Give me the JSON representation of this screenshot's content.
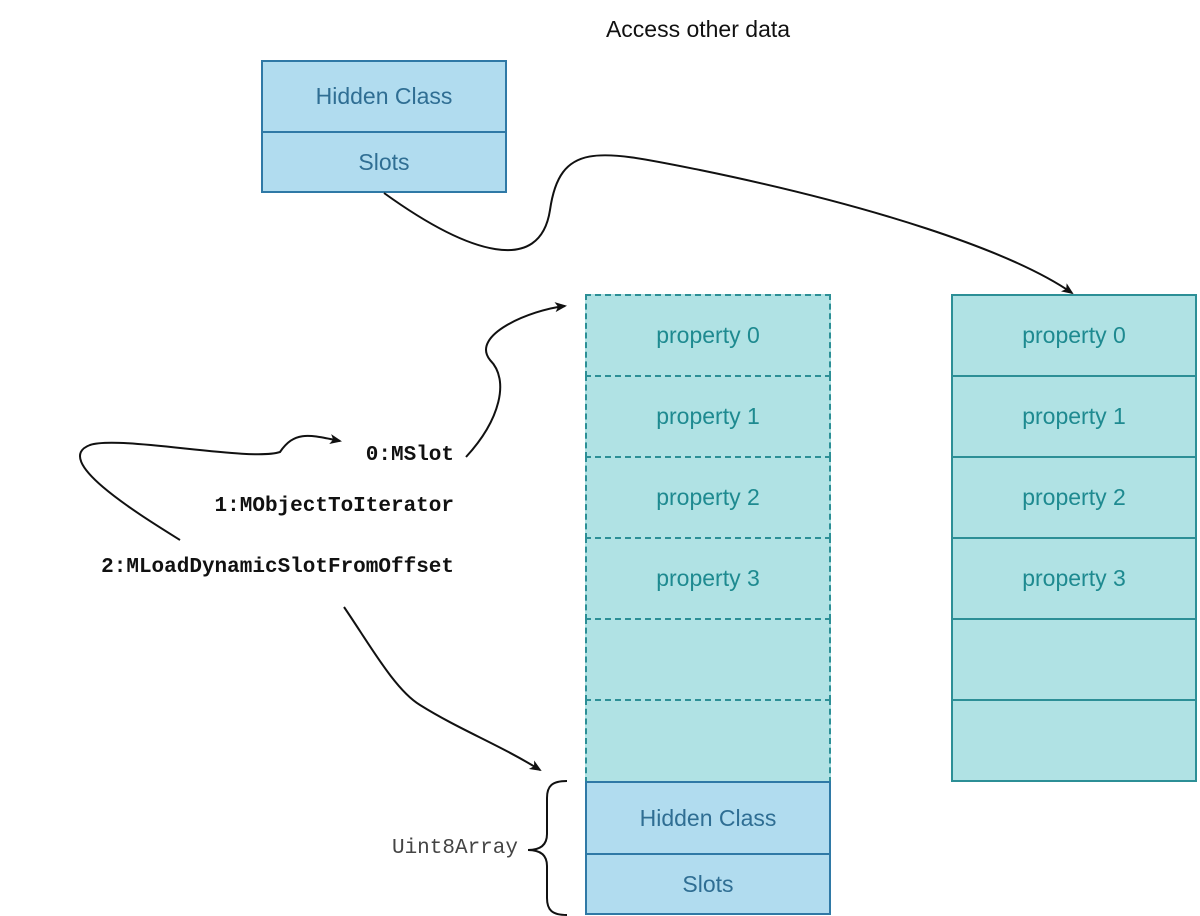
{
  "title": "Access other data",
  "top_object": {
    "hidden_class": "Hidden Class",
    "slots": "Slots"
  },
  "left_slots": {
    "properties": [
      "property 0",
      "property 1",
      "property 2",
      "property 3",
      "",
      ""
    ]
  },
  "right_slots": {
    "properties": [
      "property 0",
      "property 1",
      "property 2",
      "property 3",
      "",
      ""
    ]
  },
  "typed_array": {
    "label": "Uint8Array",
    "hidden_class": "Hidden Class",
    "slots": "Slots"
  },
  "operations": [
    "0:MSlot",
    "1:MObjectToIterator",
    "2:MLoadDynamicSlotFromOffset"
  ],
  "colors": {
    "object_fill": "#b1dcef",
    "object_border": "#2f79a6",
    "slots_fill": "#b0e2e4",
    "slots_border": "#2c8f96"
  }
}
